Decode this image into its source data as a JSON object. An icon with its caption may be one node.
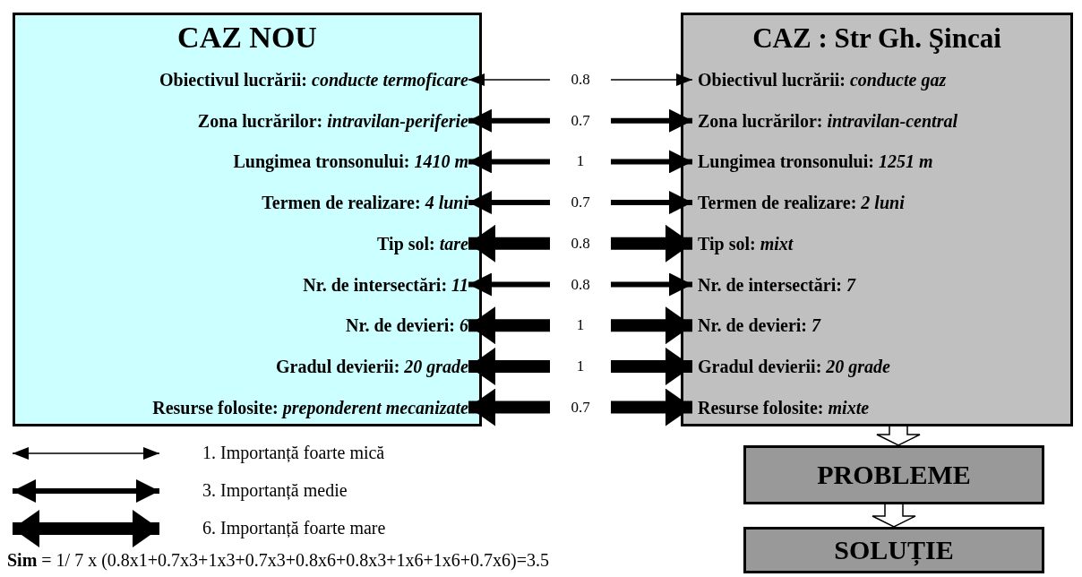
{
  "diagram": {
    "nodes": [
      {
        "text": [
          "CAZ NOU"
        ]
      },
      {
        "text": [
          "Obiectivul lucrării: *conducte termoficare*"
        ],
        "in": 0
      },
      {
        "text": [
          "Zona lucrărilor: *intravilan-periferie*"
        ],
        "in": 0
      },
      {
        "text": [
          "Lungimea tronsonului: *1410  m*"
        ],
        "in": 0
      },
      {
        "text": [
          "Termen de realizare: *4 luni*"
        ],
        "in": 0
      },
      {
        "text": [
          "Tip sol: *tare*"
        ],
        "in": 0
      },
      {
        "text": [
          "Nr. de intersectări: *11*"
        ],
        "in": 0
      },
      {
        "text": [
          "Nr. de devieri: *6*"
        ],
        "in": 0
      },
      {
        "text": [
          "Gradul devierii: *20 grade*"
        ],
        "in": 0
      },
      {
        "text": [
          "Resurse folosite: *preponderent mecanizate*"
        ],
        "in": 0
      },
      {
        "text": [
          "CAZ : Str Gh. Şincai"
        ]
      },
      {
        "text": [
          "Obiectivul lucrării: *conducte gaz*"
        ],
        "in": 10
      },
      {
        "text": [
          "Zona lucrărilor: *intravilan-central*"
        ],
        "in": 10
      },
      {
        "text": [
          "Lungimea tronsonului: *1251 m*"
        ],
        "in": 10
      },
      {
        "text": [
          "Termen de realizare: *2 luni*"
        ],
        "in": 10
      },
      {
        "text": [
          "Tip sol: *mixt*"
        ],
        "in": 10
      },
      {
        "text": [
          "Nr. de intersectări: *7*"
        ],
        "in": 10
      },
      {
        "text": [
          "Nr. de devieri: *7*"
        ],
        "in": 10
      },
      {
        "text": [
          "Gradul devierii: *20 grade*"
        ],
        "in": 10
      },
      {
        "text": [
          "Resurse folosite: *mixte*"
        ],
        "in": 10
      },
      {
        "text": [
          "PROBLEME"
        ]
      },
      {
        "text": [
          "SOLUȚIE"
        ]
      }
    ],
    "edges": [
      {
        "from": 1,
        "to": 11,
        "arrow": "both",
        "label": "0.8"
      },
      {
        "from": 2,
        "to": 12,
        "arrow": "both",
        "label": "0.7"
      },
      {
        "from": 3,
        "to": 13,
        "arrow": "both",
        "label": "1"
      },
      {
        "from": 4,
        "to": 14,
        "arrow": "both",
        "label": "0.7"
      },
      {
        "from": 5,
        "to": 15,
        "arrow": "both",
        "label": "0.8",
        "style": "thick"
      },
      {
        "from": 6,
        "to": 16,
        "arrow": "both",
        "label": "0.8"
      },
      {
        "from": 7,
        "to": 17,
        "arrow": "both",
        "label": "1",
        "style": "thick"
      },
      {
        "from": 8,
        "to": 18,
        "arrow": "both",
        "label": "1",
        "style": "thick"
      },
      {
        "from": 9,
        "to": 19,
        "arrow": "both",
        "label": "0.7",
        "style": "thick"
      },
      {
        "from": 10,
        "to": 20,
        "arrow": "to"
      },
      {
        "from": 20,
        "to": 21,
        "arrow": "to"
      }
    ],
    "labels": [
      "**Sim** = 1/ 7 x (0.8x1+0.7x3+1x3+0.7x3+0.8x6+0.8x3+1x6+1x6+0.7x6)=3.5"
    ],
    "legend": [
      {
        "text": "1. Importanță foarte mică"
      },
      {
        "text": "3. Importanță medie"
      },
      {
        "text": "6. Importanță foarte mare"
      }
    ]
  }
}
